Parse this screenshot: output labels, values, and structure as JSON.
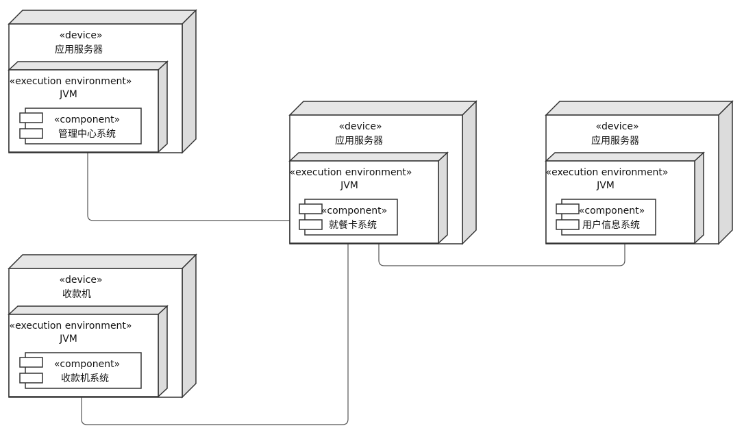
{
  "colors": {
    "stroke": "#333333",
    "face": "#ffffff",
    "side": "#dcdcdc",
    "top": "#e6e6e6",
    "line": "#555555"
  },
  "nodes": [
    {
      "id": "mgmt",
      "stereotype": "«device»",
      "name": "应用服务器",
      "env": {
        "stereotype": "«execution environment»",
        "name": "JVM"
      },
      "component": {
        "stereotype": "«component»",
        "name": "管理中心系统"
      }
    },
    {
      "id": "card",
      "stereotype": "«device»",
      "name": "应用服务器",
      "env": {
        "stereotype": "«execution environment»",
        "name": "JVM"
      },
      "component": {
        "stereotype": "«component»",
        "name": "就餐卡系统"
      }
    },
    {
      "id": "user",
      "stereotype": "«device»",
      "name": "应用服务器",
      "env": {
        "stereotype": "«execution environment»",
        "name": "JVM"
      },
      "component": {
        "stereotype": "«component»",
        "name": "用户信息系统"
      }
    },
    {
      "id": "cashier",
      "stereotype": "«device»",
      "name": "收款机",
      "env": {
        "stereotype": "«execution environment»",
        "name": "JVM"
      },
      "component": {
        "stereotype": "«component»",
        "name": "收款机系统"
      }
    }
  ],
  "connections": [
    {
      "from": "mgmt",
      "to": "card"
    },
    {
      "from": "card",
      "to": "user"
    },
    {
      "from": "cashier",
      "to": "card"
    }
  ]
}
